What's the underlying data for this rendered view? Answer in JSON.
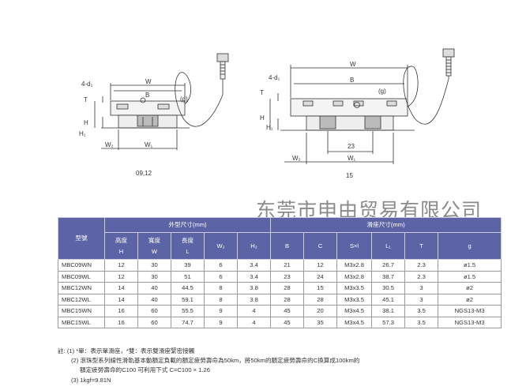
{
  "drawing_left": {
    "labels": {
      "hole": "4-d₁",
      "w": "W",
      "b": "B",
      "g": "(g)",
      "t": "T",
      "h": "H",
      "h1": "H₁",
      "w2": "W₂",
      "w1": "W₁"
    },
    "caption": "09,12"
  },
  "drawing_right": {
    "labels": {
      "hole": "4-d₁",
      "w": "W",
      "b": "B",
      "g": "(g)",
      "t": "T",
      "h": "H",
      "h1": "H₁",
      "w2": "W₂",
      "w1": "W₁",
      "dim23": "23"
    },
    "caption": "15"
  },
  "company_watermark": "东莞市申由贸易有限公司",
  "table": {
    "group_outer": "外型尺寸(mm)",
    "group_rail": "滑座尺寸(mm)",
    "model_header": "型號",
    "headers": [
      {
        "line1": "高度",
        "line2": "H"
      },
      {
        "line1": "寬度",
        "line2": "W"
      },
      {
        "line1": "長度",
        "line2": "L"
      },
      {
        "line1": "",
        "line2": "W₂"
      },
      {
        "line1": "",
        "line2": "H₂"
      },
      {
        "line1": "",
        "line2": "B"
      },
      {
        "line1": "",
        "line2": "C"
      },
      {
        "line1": "",
        "line2": "S×l"
      },
      {
        "line1": "",
        "line2": "L₁"
      },
      {
        "line1": "",
        "line2": "T"
      },
      {
        "line1": "",
        "line2": "g"
      }
    ],
    "rows": [
      [
        "MBC09WN",
        "12",
        "30",
        "39",
        "6",
        "3.4",
        "21",
        "12",
        "M3x2.8",
        "26.7",
        "2.3",
        "ø1.5"
      ],
      [
        "MBC09WL",
        "12",
        "30",
        "51",
        "6",
        "3.4",
        "23",
        "24",
        "M3x2.8",
        "38.7",
        "2.3",
        "ø1.5"
      ],
      [
        "MBC12WN",
        "14",
        "40",
        "44.5",
        "8",
        "3.8",
        "28",
        "15",
        "M3x3.5",
        "30.5",
        "3",
        "ø2"
      ],
      [
        "MBC12WL",
        "14",
        "40",
        "59.1",
        "8",
        "3.8",
        "28",
        "28",
        "M3x3.5",
        "45.1",
        "3",
        "ø2"
      ],
      [
        "MBC15WN",
        "16",
        "60",
        "55.5",
        "9",
        "4",
        "45",
        "20",
        "M3x4.5",
        "38.1",
        "3.5",
        "NGS13-M3"
      ],
      [
        "MBC15WL",
        "16",
        "60",
        "74.7",
        "9",
        "4",
        "45",
        "35",
        "M3x4.5",
        "57.3",
        "3.5",
        "NGS13-M3"
      ]
    ]
  },
  "notes": [
    "註: (1) *單：表示單滑座，*雙：表示雙滑座緊密接觸",
    "(2) 滾珠型系列線性滑軌基本動額定負載的額定疲勞壽命為50km，將50km的額定疲勞壽命的C換算成100km的",
    "額定疲勞壽命的C100 可利用下式 C=C100 × 1.26",
    "(3) 1kgf=9.81N"
  ],
  "colors": {
    "header_bg": "#5d64a5",
    "header_text": "#ffffff",
    "line": "#333333",
    "watermark": "#8a8a8a"
  }
}
